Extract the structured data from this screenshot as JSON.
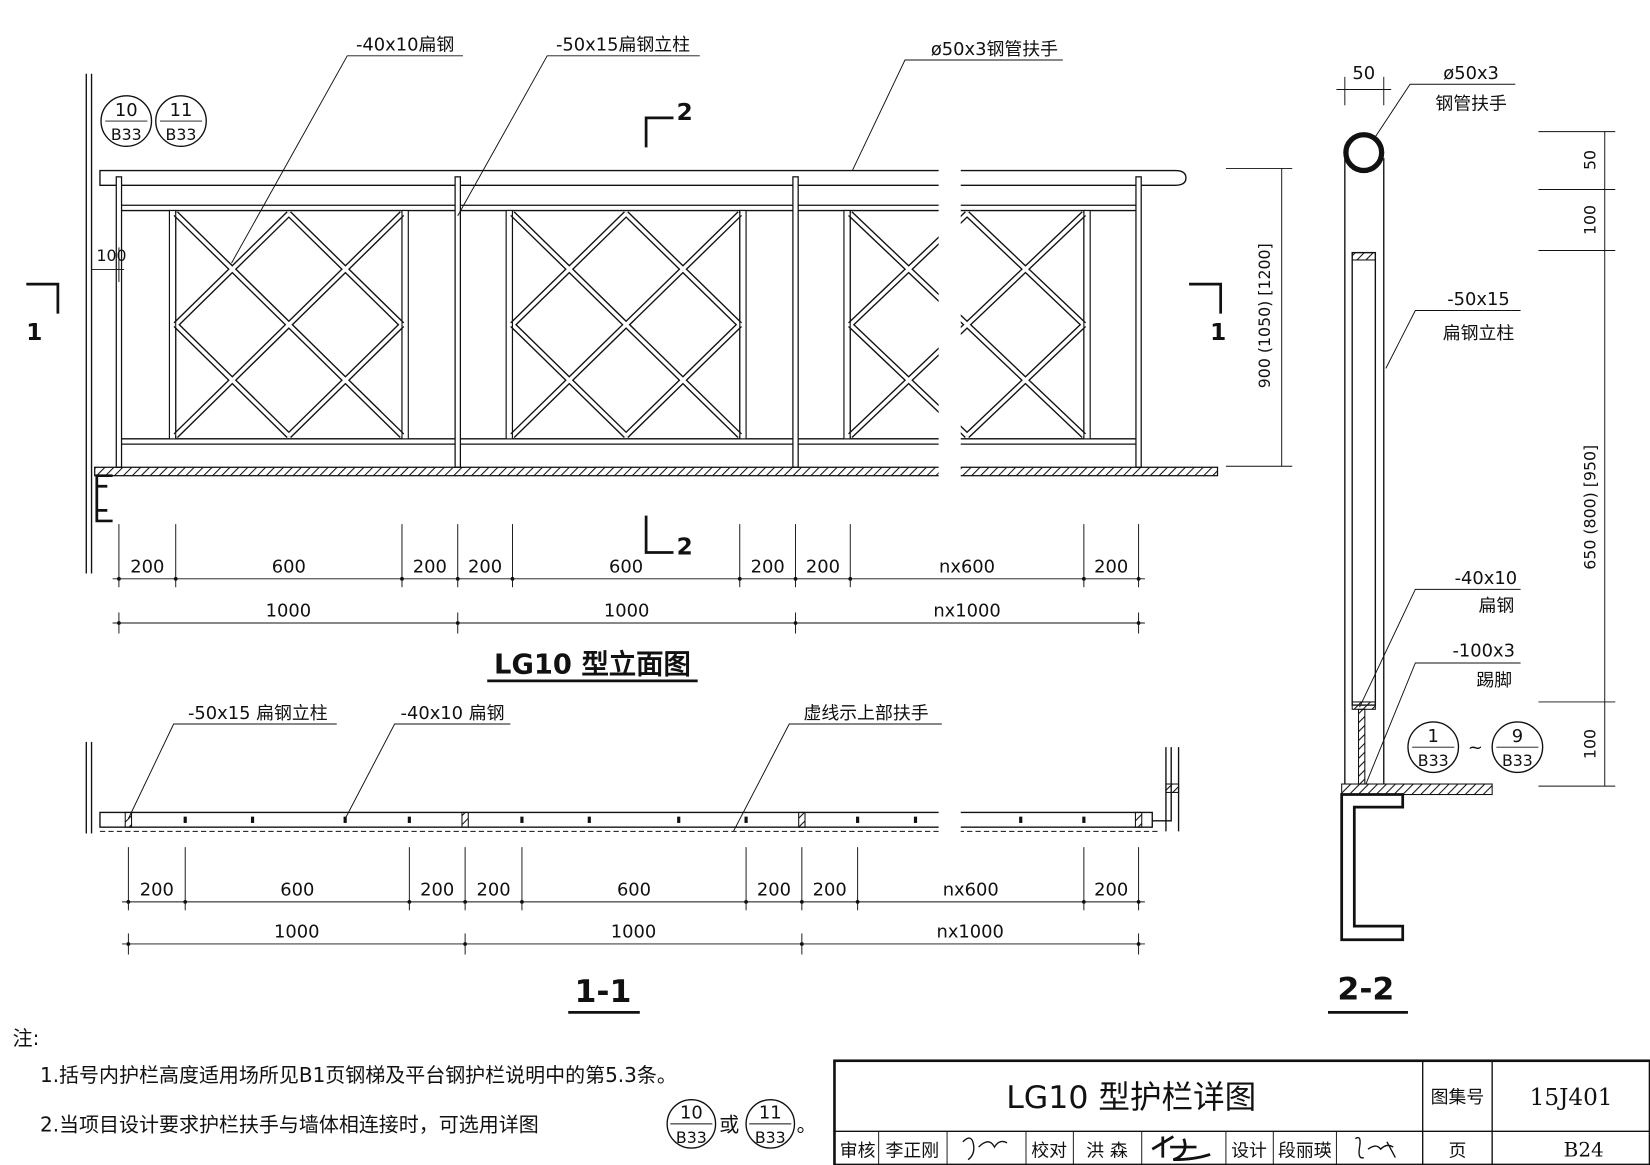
{
  "elevation": {
    "title": "LG10 型立面图",
    "labels": {
      "flat_bar": "-40x10扁钢",
      "post": "-50x15扁钢立柱",
      "handrail": "ø50x3钢管扶手"
    },
    "ref_circles": [
      {
        "top": "10",
        "bottom": "B33"
      },
      {
        "top": "11",
        "bottom": "B33"
      }
    ],
    "offset_dim": "100",
    "height_dim": "900 (1050) [1200]",
    "section_marks": {
      "left": "1",
      "right": "1",
      "top": "2",
      "bottom": "2"
    },
    "dims_row1": [
      "200",
      "600",
      "200",
      "200",
      "600",
      "200",
      "200",
      "nx600",
      "200"
    ],
    "dims_row2": [
      "1000",
      "1000",
      "nx1000"
    ]
  },
  "plan": {
    "title": "1-1",
    "labels": {
      "post": "-50x15 扁钢立柱",
      "flat_bar": "-40x10 扁钢",
      "dashed_note": "虚线示上部扶手"
    },
    "dims_row1": [
      "200",
      "600",
      "200",
      "200",
      "600",
      "200",
      "200",
      "nx600",
      "200"
    ],
    "dims_row2": [
      "1000",
      "1000",
      "nx1000"
    ]
  },
  "section": {
    "title": "2-2",
    "width_dim": "50",
    "handrail": {
      "spec": "ø50x3",
      "name": "钢管扶手"
    },
    "post": {
      "spec": "-50x15",
      "name": "扁钢立柱"
    },
    "flat_bar": {
      "spec": "-40x10",
      "name": "扁钢"
    },
    "kick": {
      "spec": "-100x3",
      "name": "踢脚"
    },
    "vdims": [
      "50",
      "100",
      "650 (800) [950]",
      "100"
    ],
    "ref_from": {
      "top": "1",
      "bottom": "B33"
    },
    "ref_sep": "~",
    "ref_to": {
      "top": "9",
      "bottom": "B33"
    }
  },
  "notes": {
    "heading": "注:",
    "items": [
      "1.括号内护栏高度适用场所见B1页钢梯及平台钢护栏说明中的第5.3条。",
      "2.当项目设计要求护栏扶手与墙体相连接时，可选用详图"
    ],
    "ref_a": {
      "top": "10",
      "bottom": "B33"
    },
    "or": "或",
    "ref_b": {
      "top": "11",
      "bottom": "B33"
    },
    "end": "。"
  },
  "title_block": {
    "title": "LG10 型护栏详图",
    "atlas_label": "图集号",
    "atlas_no": "15J401",
    "review_label": "审核",
    "reviewer": "李正刚",
    "check_label": "校对",
    "checker": "洪  森",
    "design_label": "设计",
    "designer": "段丽瑛",
    "page_label": "页",
    "page_no": "B24",
    "signatures": [
      "李正刚",
      "洪森",
      "段丽瑛"
    ]
  }
}
